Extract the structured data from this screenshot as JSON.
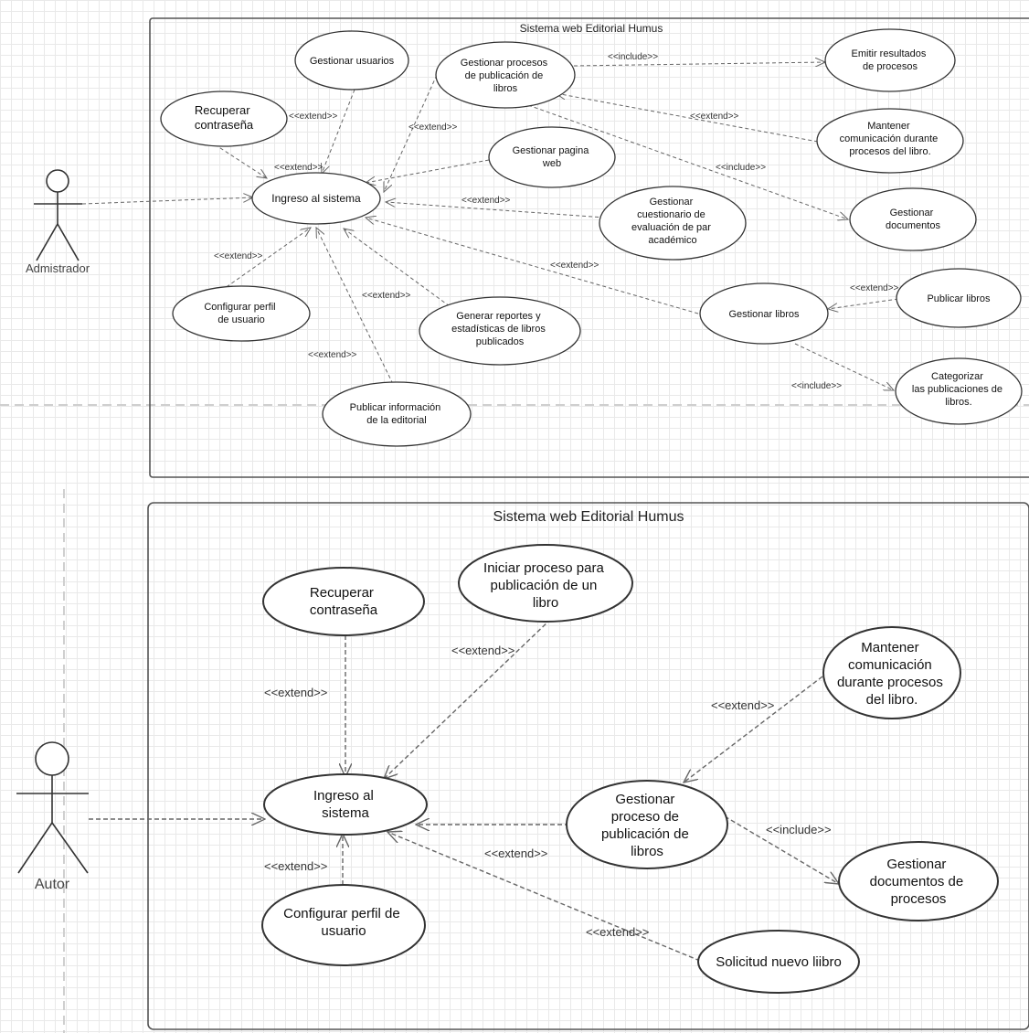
{
  "diagram1": {
    "title": "Sistema web Editorial Humus",
    "actor": "Admistrador",
    "use_cases": {
      "gestionar_usuarios": [
        "Gestionar usuarios"
      ],
      "gestionar_procesos": [
        "Gestionar procesos",
        "de publicación de",
        "libros"
      ],
      "emitir_resultados": [
        "Emitir resultados",
        "de procesos"
      ],
      "recuperar": [
        "Recuperar",
        "contraseña"
      ],
      "mantener": [
        "Mantener",
        "comunicación durante",
        "procesos del libro."
      ],
      "gestionar_pagina": [
        "Gestionar pagina",
        "web"
      ],
      "ingreso": [
        "Ingreso al sistema"
      ],
      "cuestionario": [
        "Gestionar",
        "cuestionario de",
        "evaluación de par",
        "académico"
      ],
      "gestionar_documentos": [
        "Gestionar",
        "documentos"
      ],
      "configurar": [
        "Configurar perfil",
        "de usuario"
      ],
      "reportes": [
        "Generar reportes y",
        "estadísticas de libros",
        "publicados"
      ],
      "gestionar_libros": [
        "Gestionar libros"
      ],
      "publicar_libros": [
        "Publicar libros"
      ],
      "categorizar": [
        "Categorizar",
        "las publicaciones de",
        "libros."
      ],
      "publicar_info": [
        "Publicar información",
        "de la editorial"
      ]
    },
    "stereotypes": {
      "include_emitir": "<<include>>",
      "extend_mantener": "<<extend>>",
      "include_documentos": "<<include>>",
      "extend_recuperar": "<<extend>>",
      "extend_usuarios": "<<extend>>",
      "extend_procesos": "<<extend>>",
      "extend_cuestionario": "<<extend>>",
      "extend_configurar": "<<extend>>",
      "extend_libros": "<<extend>>",
      "extend_reportes": "<<extend>>",
      "extend_publicar_libros": "<<extend>>",
      "extend_publicar_info": "<<extend>>",
      "include_categorizar": "<<include>>"
    }
  },
  "diagram2": {
    "title": "Sistema web Editorial Humus",
    "actor": "Autor",
    "use_cases": {
      "recuperar": [
        "Recuperar",
        "contraseña"
      ],
      "iniciar": [
        "Iniciar proceso para",
        "publicación de un",
        "libro"
      ],
      "mantener": [
        "Mantener",
        "comunicación",
        "durante procesos",
        "del libro."
      ],
      "ingreso": [
        "Ingreso al",
        "sistema"
      ],
      "gestionar_proceso": [
        "Gestionar",
        "proceso de",
        "publicación de",
        "libros"
      ],
      "gestionar_documentos": [
        "Gestionar",
        "documentos de",
        "procesos"
      ],
      "configurar": [
        "Configurar perfil de",
        "usuario"
      ],
      "solicitud": [
        "Solicitud nuevo liibro"
      ]
    },
    "stereotypes": {
      "extend_iniciar": "<<extend>>",
      "extend_recuperar": "<<extend>>",
      "extend_mantener": "<<extend>>",
      "include_documentos": "<<include>>",
      "extend_gestionar": "<<extend>>",
      "extend_configurar": "<<extend>>",
      "extend_solicitud": "<<extend>>"
    }
  }
}
